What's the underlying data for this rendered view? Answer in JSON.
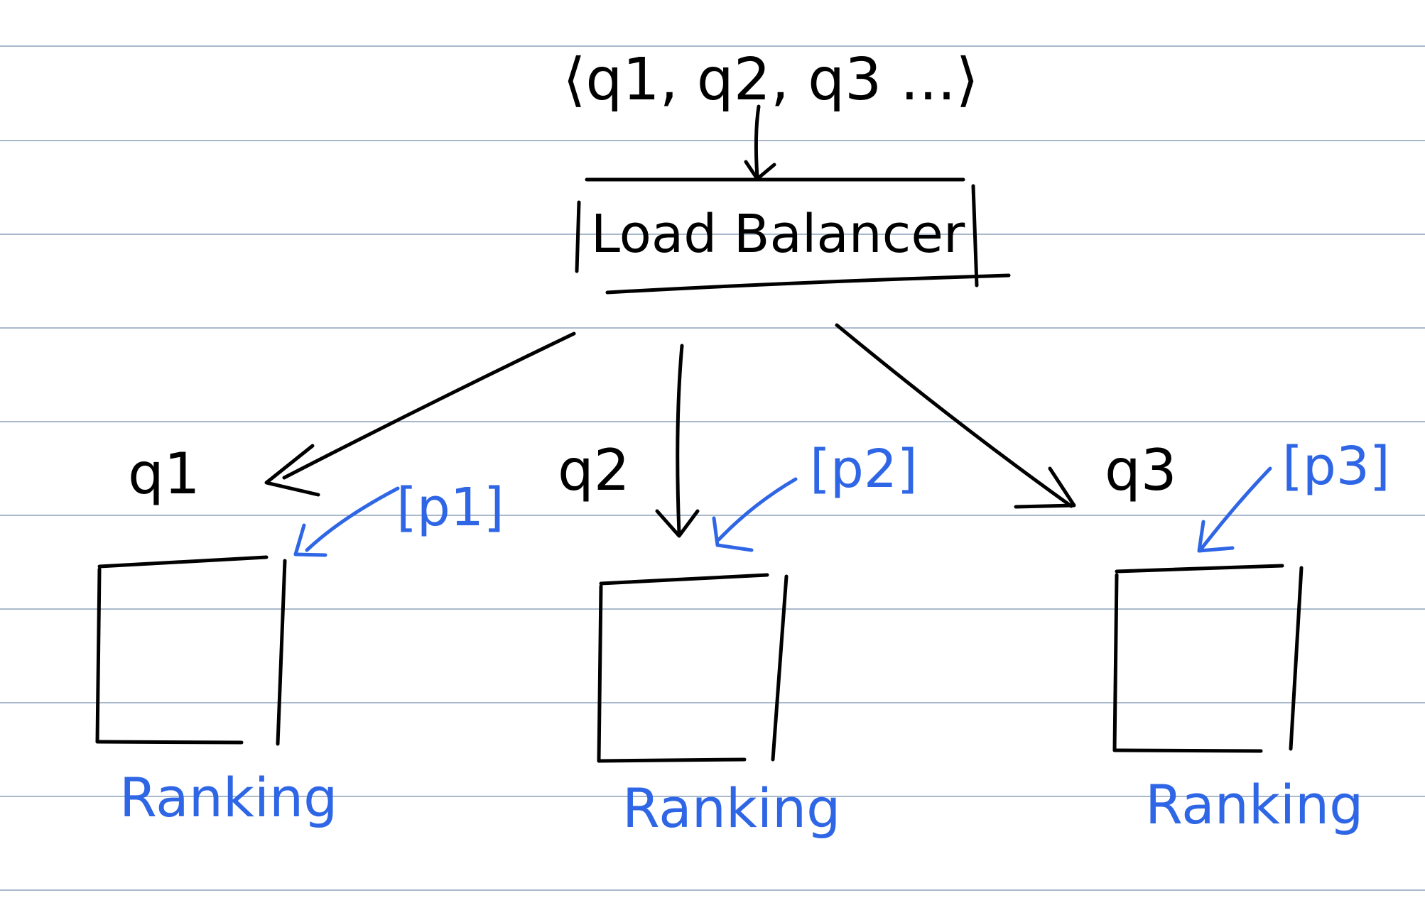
{
  "colors": {
    "ink_black": "#000000",
    "ink_blue": "#2f66e5",
    "ruled_line": "#a9b9cc",
    "background": "#ffffff"
  },
  "diagram": {
    "query_stream": "⟨q1, q2, q3 ...⟩",
    "load_balancer": "Load Balancer",
    "branches": [
      {
        "query": "q1",
        "partition": "[p1]",
        "node": "Ranking"
      },
      {
        "query": "q2",
        "partition": "[p2]",
        "node": "Ranking"
      },
      {
        "query": "q3",
        "partition": "[p3]",
        "node": "Ranking"
      }
    ]
  }
}
